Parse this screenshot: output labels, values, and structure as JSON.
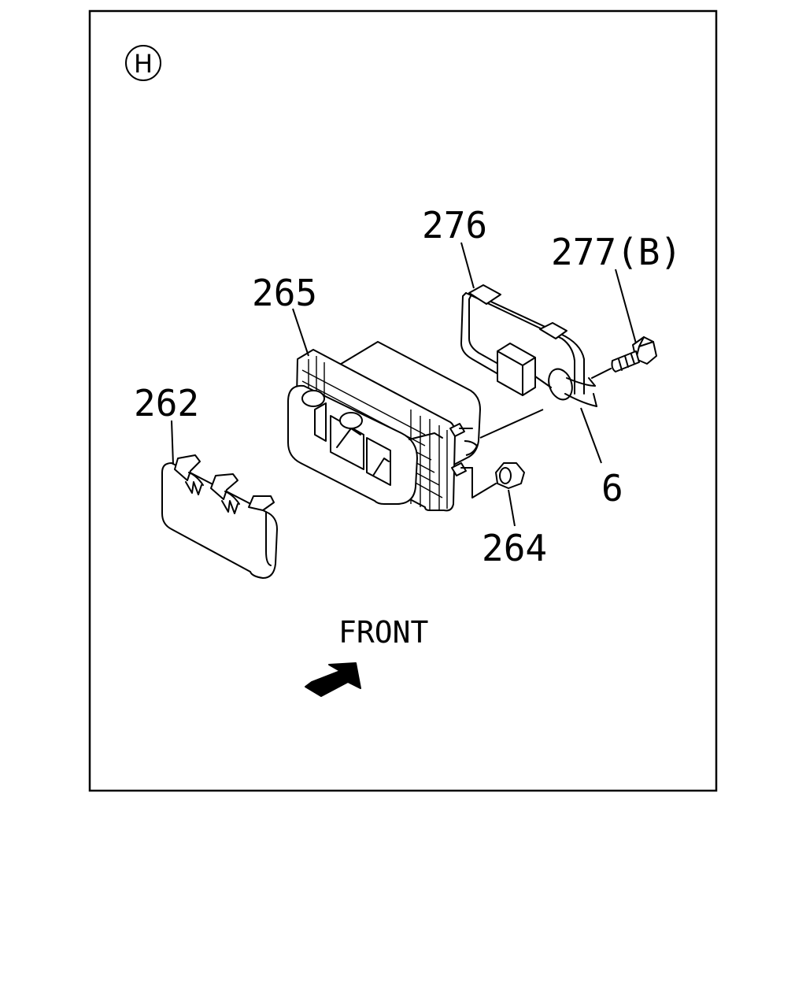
{
  "view_badge": "H",
  "callouts": {
    "c262": "262",
    "c265": "265",
    "c276": "276",
    "c277": "277(B)",
    "c6": "6",
    "c264": "264"
  },
  "direction": {
    "label": "FRONT"
  }
}
